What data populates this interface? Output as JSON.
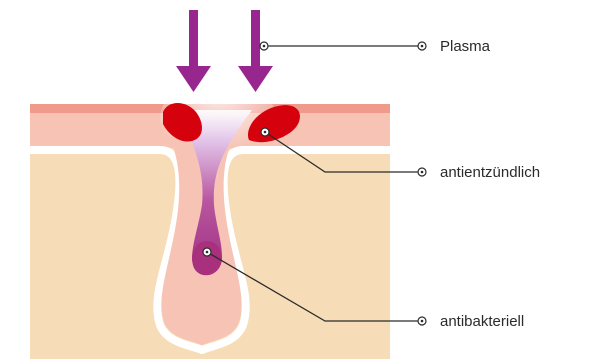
{
  "labels": {
    "plasma": "Plasma",
    "anti_inflammatory": "antientzündlich",
    "antibacterial": "antibakteriell"
  },
  "colors": {
    "arrow": "#97268f",
    "skin_surface": "#f09a8c",
    "epidermis": "#f6c3b4",
    "dermis": "#f6dcb7",
    "inflammation": "#d5020e",
    "bacteria": "#a8307d",
    "leader_line": "#2b2b2b"
  }
}
